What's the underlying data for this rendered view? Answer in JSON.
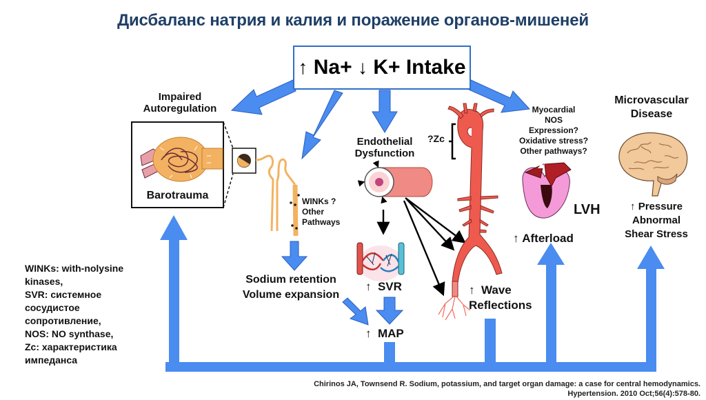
{
  "title": "Дисбаланс натрия и калия и поражение органов-мишеней",
  "intake": {
    "up_arrow": "↑",
    "na": "Na+",
    "down_arrow": "↓",
    "k": "K+ Intake"
  },
  "kidney": {
    "heading_line1": "Impaired",
    "heading_line2": "Autoregulation",
    "box_label": "Barotrauma",
    "tubule_note_line1": "WINKs ?",
    "tubule_note_line2": "Other",
    "tubule_note_line3": "Pathways",
    "outcome_line1": "Sodium retention",
    "outcome_line2": "Volume expansion"
  },
  "endothelium": {
    "heading_line1": "Endothelial",
    "heading_line2": "Dysfunction",
    "svr_arrow": "↑",
    "svr_label": "SVR",
    "map_arrow": "↑",
    "map_label": "MAP"
  },
  "aorta": {
    "zc_label": "?Zc",
    "wave_arrow": "↑",
    "wave_line1": "Wave",
    "wave_line2": "Reflections"
  },
  "heart": {
    "note_line1": "Myocardial",
    "note_line2": "NOS",
    "note_line3": "Expression?",
    "note_line4": "Oxidative stress?",
    "note_line5": "Other pathways?",
    "lvh_label": "LVH",
    "afterload_arrow": "↑",
    "afterload_label": "Afterload"
  },
  "brain": {
    "heading_line1": "Microvascular",
    "heading_line2": "Disease",
    "pressure_arrow": "↑",
    "pressure_label": "Pressure",
    "shear_line1": "Abnormal",
    "shear_line2": "Shear Stress"
  },
  "glossary": [
    "WINKs: with-nolysine",
    "kinases,",
    "SVR: системное",
    "сосудистое",
    "сопротивление,",
    "NOS: NO synthase,",
    "Zc: характеристика",
    "импеданса"
  ],
  "citation": {
    "line1": "Chirinos JA, Townsend R. Sodium, potassium, and target organ damage: a case for central hemodynamics.",
    "line2": "Hypertension. 2010 Oct;56(4):578-80."
  },
  "colors": {
    "arrow_blue": "#4a8cf0",
    "arrow_edge": "#2a5fc0",
    "title_navy": "#1f3f66",
    "aorta_red": "#ef5a4f",
    "kidney_orange": "#f3b261",
    "heart_pink": "#f49ad8",
    "heart_dark": "#9c1c22",
    "brain_beige": "#f1c99b"
  }
}
